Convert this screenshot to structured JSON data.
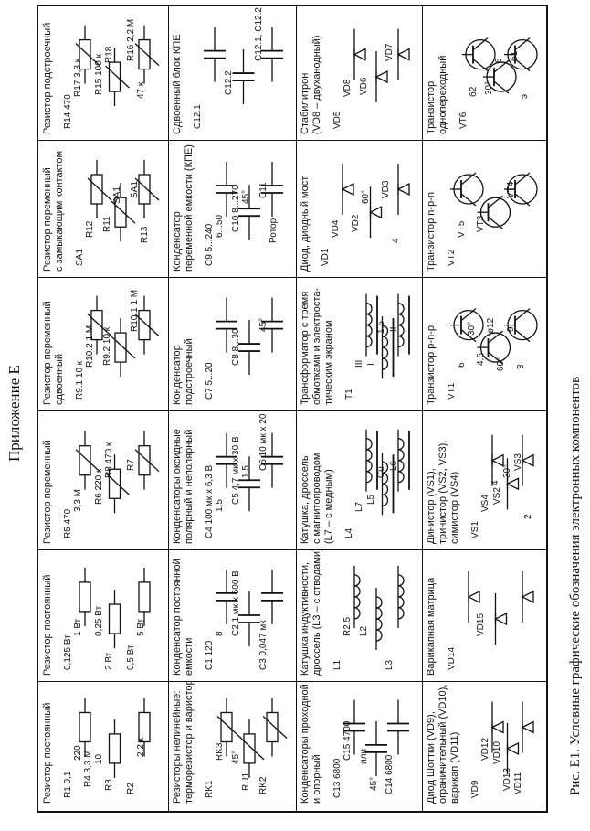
{
  "appendix_title": "Приложение Е",
  "caption": "Рис. Е1. Условные графические обозначения электронных компонентов",
  "cells": [
    {
      "title_lines": [
        "Резистор постоянный"
      ],
      "labels": [
        "R1 0,1",
        "10",
        "R2",
        "220",
        "R3",
        "2,2 к",
        "R4 3,3 М"
      ]
    },
    {
      "title_lines": [
        "Резистор постоянный"
      ],
      "labels": [
        "0,125 Вт",
        "0,25 Вт",
        "0,5 Вт",
        "1 Вт",
        "2 Вт",
        "5 Вт"
      ]
    },
    {
      "title_lines": [
        "Резистор переменный"
      ],
      "labels": [
        "R5 470",
        "R6 220 к",
        "R7",
        "3,3 М",
        "R8 470 к"
      ]
    },
    {
      "title_lines": [
        "Резистор переменный",
        "сдвоенный"
      ],
      "labels": [
        "R9.1 10 к",
        "R9.2 10 к",
        "R10.1 1 М",
        "R10.2 1 М"
      ]
    },
    {
      "title_lines": [
        "Резистор переменный",
        "с замыкающим контактом"
      ],
      "labels": [
        "SA1",
        "R11",
        "SA1",
        "R12",
        "SA1",
        "R13"
      ]
    },
    {
      "title_lines": [
        "Резистор подстроечный"
      ],
      "labels": [
        "R14 470",
        "R15 100 к",
        "R16 2,2 М",
        "R17 3,3 к",
        "R18",
        "47 к"
      ]
    },
    {
      "title_lines": [
        "Резисторы нелинейные:",
        "терморезистор и варистор"
      ],
      "labels": [
        "RK1",
        "45°",
        "RK2",
        "RK3",
        "RU1"
      ]
    },
    {
      "title_lines": [
        "Конденсатор постоянной",
        "емкости"
      ],
      "labels": [
        "C1 120",
        "C2 1 мк х 600 В",
        "C3 0,047 мк",
        "8"
      ]
    },
    {
      "title_lines": [
        "Конденсаторы оксидные",
        "полярный и неполярный"
      ],
      "labels": [
        "C4 100 мк х 6,3 В",
        "C5 4,7 мк х 30 В",
        "C6 10 мк х 20 В",
        "1,5",
        "1,5"
      ]
    },
    {
      "title_lines": [
        "Конденсатор",
        "подстроечный"
      ],
      "labels": [
        "C7 5...20",
        "C8 8...30",
        "45°"
      ]
    },
    {
      "title_lines": [
        "Конденсатор",
        "переменной емкости (КПЕ)"
      ],
      "labels": [
        "C9 5...240",
        "C10 8...270",
        "C11",
        "6...50",
        "45°",
        "Ротор"
      ]
    },
    {
      "title_lines": [
        "Сдвоенный блок КПЕ"
      ],
      "labels": [
        "C12.1",
        "C12.2",
        "C12.1, C12.2 12...495"
      ]
    },
    {
      "title_lines": [
        "Конденсаторы проходной",
        "и опорный"
      ],
      "labels": [
        "C13 6800",
        "или",
        "C14 6800",
        "C15 4700",
        "45°"
      ]
    },
    {
      "title_lines": [
        "Катушка индуктивности,",
        "дроссель (L3 – с отводами)"
      ],
      "labels": [
        "L1",
        "L2",
        "L3",
        "R2,5"
      ]
    },
    {
      "title_lines": [
        "Катушка, дроссель",
        "с магнитопроводом",
        "(L7 – с медным)"
      ],
      "labels": [
        "L4",
        "L5",
        "L6",
        "L7",
        "Cu"
      ]
    },
    {
      "title_lines": [
        "Трансформатор с тремя",
        "обмотками и электроста-",
        "тическим экраном"
      ],
      "labels": [
        "T1",
        "I",
        "II",
        "III",
        "1,5"
      ]
    },
    {
      "title_lines": [
        "Диод, диодный мост"
      ],
      "labels": [
        "VD1",
        "VD2",
        "VD3",
        "VD4",
        "60°",
        "4"
      ]
    },
    {
      "title_lines": [
        "Стабилитрон",
        "(VD8 – двуханодный)"
      ],
      "labels": [
        "VD5",
        "VD6",
        "VD7",
        "VD8"
      ]
    },
    {
      "title_lines": [
        "Диод Шоттки (VD9),",
        "ограничительный (VD10),",
        "варикап (VD11)"
      ],
      "labels": [
        "VD9",
        "VD10",
        "VD11",
        "VD12",
        "VD13"
      ]
    },
    {
      "title_lines": [
        "Варикапная матрица"
      ],
      "labels": [
        "VD14",
        "VD15"
      ]
    },
    {
      "title_lines": [
        "Динистор (VS1),",
        "тринистор (VS2, VS3),",
        "симистор (VS4)"
      ],
      "labels": [
        "VS1",
        "VS2",
        "VS3",
        "VS4",
        "30°",
        "2",
        "4"
      ]
    },
    {
      "title_lines": [
        "Транзистор p-n-p"
      ],
      "labels": [
        "VT1",
        "4,5",
        "9",
        "6",
        "ø12",
        "3",
        "30°",
        "60°"
      ]
    },
    {
      "title_lines": [
        "Транзистор n-p-n"
      ],
      "labels": [
        "VT2",
        "VT3",
        "VT4",
        "VT5"
      ]
    },
    {
      "title_lines": [
        "Транзистор",
        "однопереходный"
      ],
      "labels": [
        "VT6",
        "30°",
        "б1",
        "б2",
        "6",
        "э"
      ]
    }
  ]
}
